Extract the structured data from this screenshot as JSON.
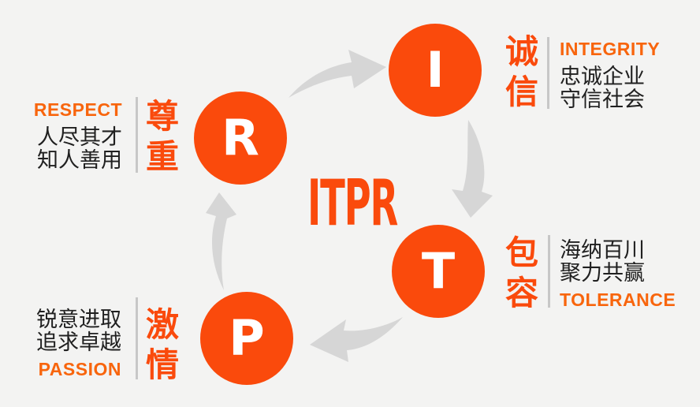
{
  "title": "ITPR",
  "colors": {
    "orange": "#fa4a0c",
    "accent_orange": "#f8650d",
    "background": "#f3f3f2",
    "arrow_gray": "#d6d6d6",
    "divider_gray": "#c7c7c7",
    "text_dark": "#202020"
  },
  "sections": [
    {
      "key": "integrity",
      "letter": "I",
      "word_cn": "诚信",
      "label_en": "INTEGRITY",
      "lines": [
        "忠诚企业",
        "守信社会"
      ]
    },
    {
      "key": "tolerance",
      "letter": "T",
      "word_cn": "包容",
      "label_en": "TOLERANCE",
      "lines": [
        "海纳百川",
        "聚力共赢"
      ]
    },
    {
      "key": "passion",
      "letter": "P",
      "word_cn": "激情",
      "label_en": "PASSION",
      "lines": [
        "锐意进取",
        "追求卓越"
      ]
    },
    {
      "key": "respect",
      "letter": "R",
      "word_cn": "尊重",
      "label_en": "RESPECT",
      "lines": [
        "人尽其才",
        "知人善用"
      ]
    }
  ],
  "arrows": [
    "r-to-i",
    "i-to-t",
    "t-to-p",
    "p-to-r"
  ]
}
